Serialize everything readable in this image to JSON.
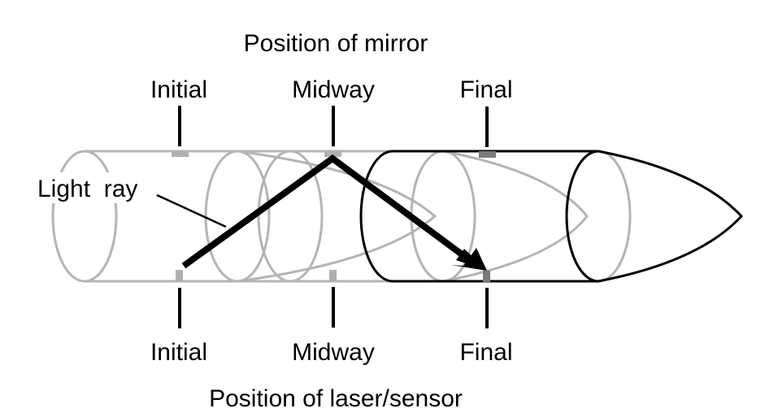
{
  "title_top": "Position of mirror",
  "title_bottom": "Position of laser/sensor",
  "light_ray_label": "Light  ray",
  "mirror_positions": [
    {
      "label": "Initial"
    },
    {
      "label": "Midway"
    },
    {
      "label": "Final"
    }
  ],
  "sensor_positions": [
    {
      "label": "Initial"
    },
    {
      "label": "Midway"
    },
    {
      "label": "Final"
    }
  ],
  "colors": {
    "ghost": "#b4b4b4",
    "current": "#000000",
    "marker_light": "#b0b0b0",
    "marker_dark": "#7a7a7a",
    "ray": "#000000"
  }
}
